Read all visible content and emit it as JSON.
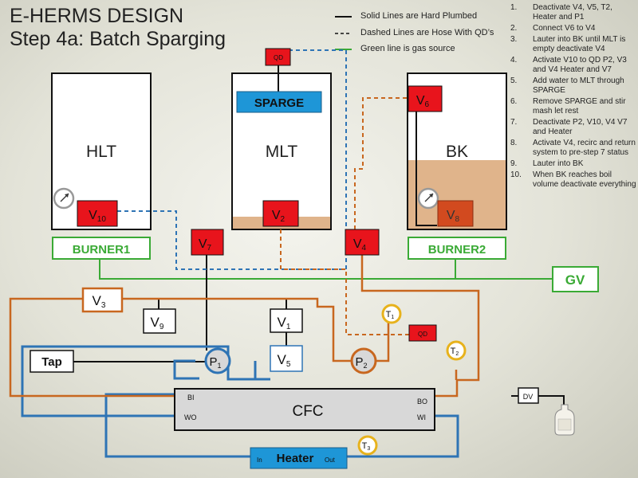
{
  "title": {
    "line1": "E-HERMS DESIGN",
    "line2": "Step 4a: Batch Sparging"
  },
  "legend": {
    "solid": "Solid Lines are Hard Plumbed",
    "dashed": "Dashed Lines are Hose With QD’s",
    "green": "Green line is gas source"
  },
  "steps": [
    {
      "n": "1.",
      "text": "Deactivate V4, V5, T2, Heater and P1"
    },
    {
      "n": "2.",
      "text": "Connect V6 to V4"
    },
    {
      "n": "3.",
      "text": "Lauter into BK until MLT is empty deactivate V4"
    },
    {
      "n": "4.",
      "text": "Activate V10 to QD P2, V3 and V4 Heater and V7"
    },
    {
      "n": "5.",
      "text": "Add water to MLT through SPARGE"
    },
    {
      "n": "6.",
      "text": "Remove SPARGE and stir mash let rest"
    },
    {
      "n": "7.",
      "text": "Deactivate P2, V10, V4 V7 and Heater"
    },
    {
      "n": "8.",
      "text": "Activate V4, recirc and return system to pre-step 7 status"
    },
    {
      "n": "9.",
      "text": "Lauter into BK"
    },
    {
      "n": "10.",
      "text": "When BK reaches boil volume deactivate everything"
    }
  ],
  "vessels": {
    "hlt": "HLT",
    "mlt": "MLT",
    "bk": "BK"
  },
  "burners": {
    "b1": "BURNER1",
    "b2": "BURNER2"
  },
  "gv": "GV",
  "sparge": "SPARGE",
  "qd": "QD",
  "valves": {
    "v1": {
      "l": "V",
      "s": "1"
    },
    "v2": {
      "l": "V",
      "s": "2"
    },
    "v3": {
      "l": "V",
      "s": "3"
    },
    "v4": {
      "l": "V",
      "s": "4"
    },
    "v5": {
      "l": "V",
      "s": "5"
    },
    "v6": {
      "l": "V",
      "s": "6"
    },
    "v7": {
      "l": "V",
      "s": "7"
    },
    "v8": {
      "l": "V",
      "s": "8"
    },
    "v9": {
      "l": "V",
      "s": "9"
    },
    "v10": {
      "l": "V",
      "s": "10"
    }
  },
  "tap": "Tap",
  "pumps": {
    "p1": {
      "l": "P",
      "s": "1"
    },
    "p2": {
      "l": "P",
      "s": "2"
    }
  },
  "temps": {
    "t1": {
      "l": "T",
      "s": "1"
    },
    "t2": {
      "l": "T",
      "s": "2"
    },
    "t3": {
      "l": "T",
      "s": "3"
    }
  },
  "cfc": {
    "label": "CFC",
    "bi": "BI",
    "wo": "WO",
    "bo": "BO",
    "wi": "WI"
  },
  "heater": {
    "in": "In",
    "label": "Heater",
    "out": "Out"
  },
  "dv": "DV",
  "colors": {
    "solid": "#111111",
    "hose": "#c8671f",
    "water": "#2e74b5",
    "gas": "#3aaa35",
    "valve": "#e8141c",
    "sensor": "#e7b21c"
  }
}
